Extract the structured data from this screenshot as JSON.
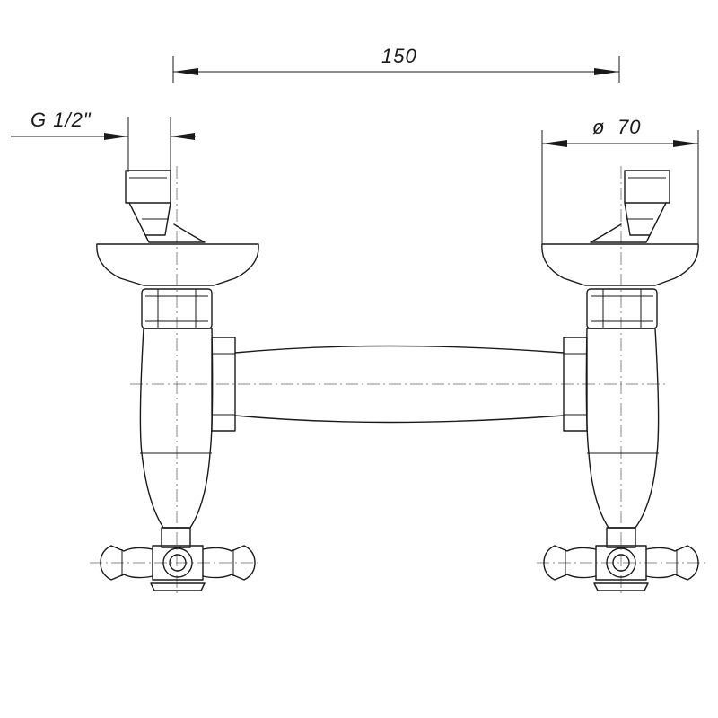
{
  "dimensions": {
    "center_distance": "150",
    "diameter_symbol": "ø",
    "diameter_value": "70",
    "thread": "G 1/2\""
  },
  "colors": {
    "line": "#1a1a1a",
    "axis": "#666666",
    "background": "#ffffff"
  }
}
